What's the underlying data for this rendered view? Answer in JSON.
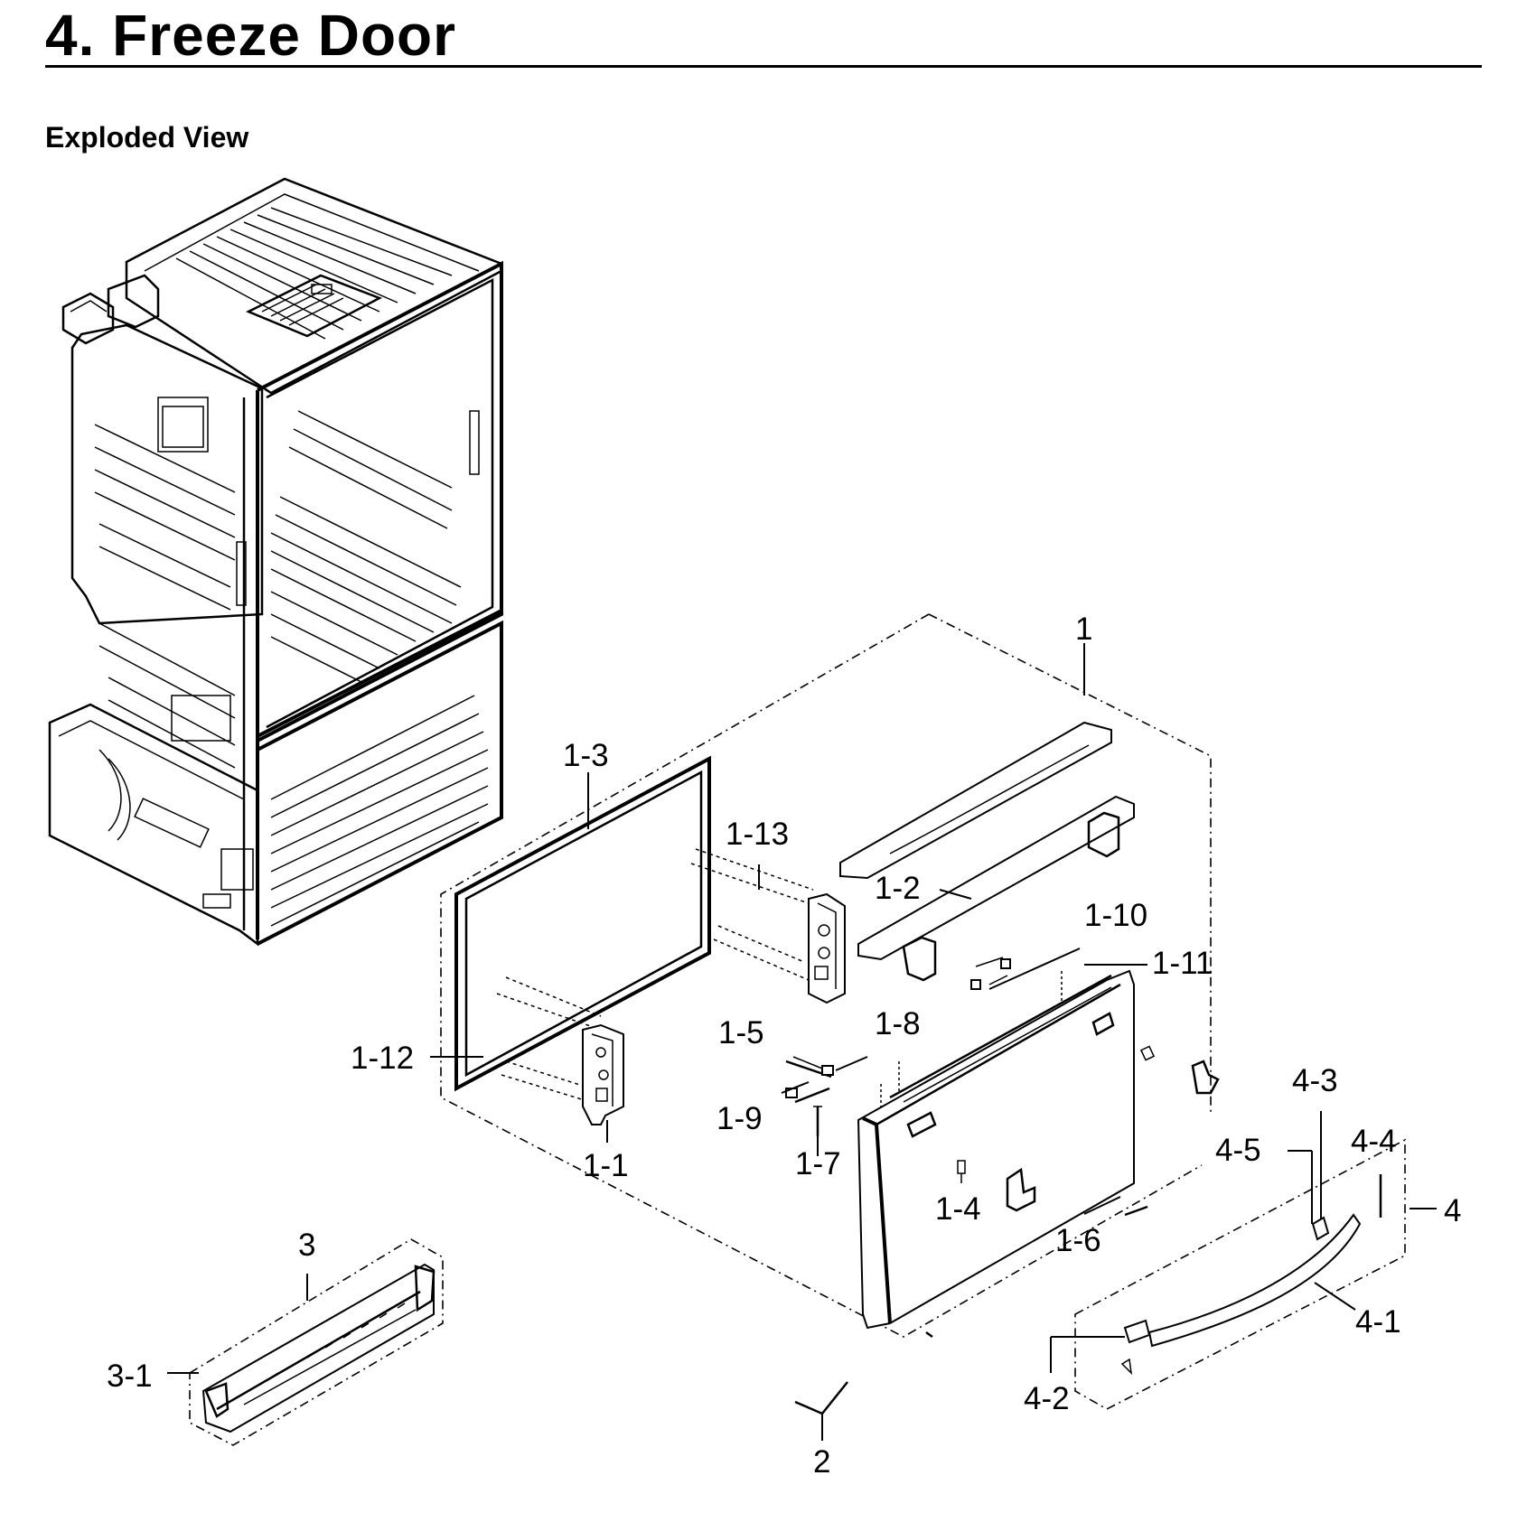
{
  "page": {
    "title": "4.  Freeze Door",
    "subtitle": "Exploded View"
  },
  "callouts": {
    "c1": "1",
    "c1_1": "1-1",
    "c1_2": "1-2",
    "c1_3": "1-3",
    "c1_4": "1-4",
    "c1_5": "1-5",
    "c1_6": "1-6",
    "c1_7": "1-7",
    "c1_8": "1-8",
    "c1_9": "1-9",
    "c1_10": "1-10",
    "c1_11": "1-11",
    "c1_12": "1-12",
    "c1_13": "1-13",
    "c2": "2",
    "c3": "3",
    "c3_1": "3-1",
    "c4": "4",
    "c4_1": "4-1",
    "c4_2": "4-2",
    "c4_3": "4-3",
    "c4_4": "4-4",
    "c4_5": "4-5"
  }
}
